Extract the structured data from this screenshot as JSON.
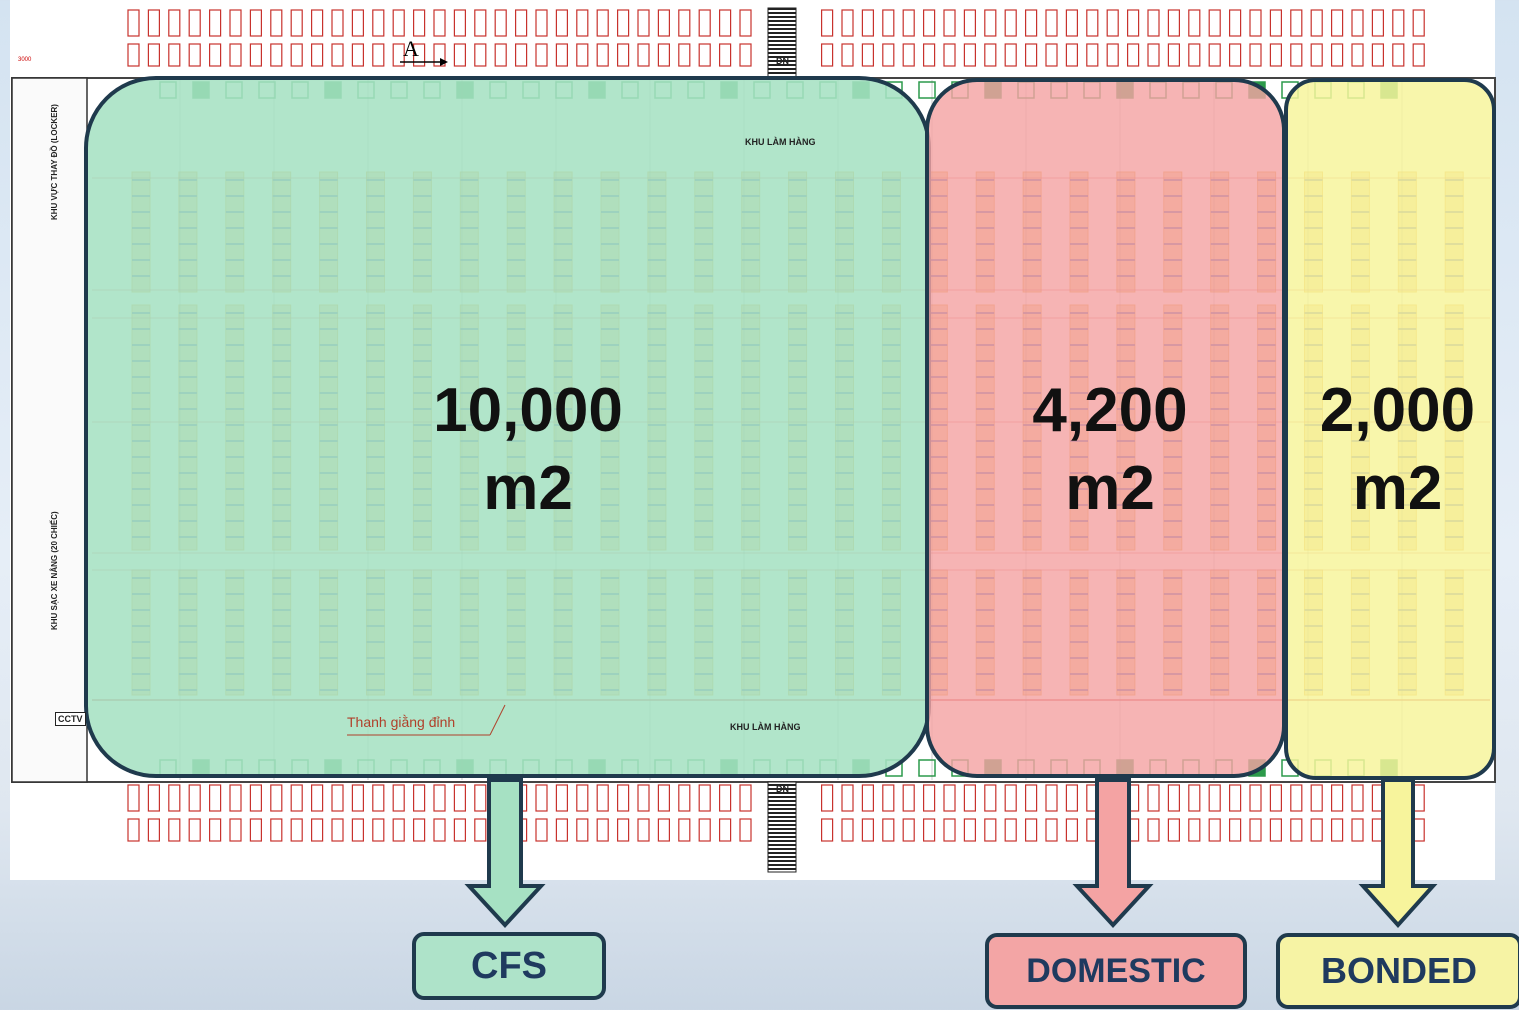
{
  "zones": [
    {
      "id": "cfs",
      "area": "10,000",
      "unit": "m2",
      "tag": "CFS",
      "fill": "#a6e1c3",
      "tag_fill": "#aee3c9"
    },
    {
      "id": "domestic",
      "area": "4,200",
      "unit": "m2",
      "tag": "DOMESTIC",
      "fill": "#f4a3a3",
      "tag_fill": "#f3a5a5"
    },
    {
      "id": "bonded",
      "area": "2,000",
      "unit": "m2",
      "tag": "BONDED",
      "fill": "#f7f49c",
      "tag_fill": "#f6f3a4"
    }
  ],
  "plan_labels": {
    "work_area_top": "KHU LÀM HÀNG",
    "work_area_bottom": "KHU LÀM HÀNG",
    "beam_note": "Thanh giằng đỉnh",
    "cctv": "CCTV",
    "locker": "KHU VỰC THAY ĐỒ (LOCKER)",
    "charging": "KHU SẠC XE NÂNG (20 CHIẾC)",
    "section_a": "A",
    "dn_top": "DN",
    "dn_bottom": "DN",
    "scale": "3000"
  },
  "colors": {
    "outline": "#1f3a4d",
    "rack_orange": "#e7a33a",
    "rack_blue": "#2a3f9a",
    "truck_red": "#c8322d",
    "dock_green": "#2c9a4b"
  }
}
